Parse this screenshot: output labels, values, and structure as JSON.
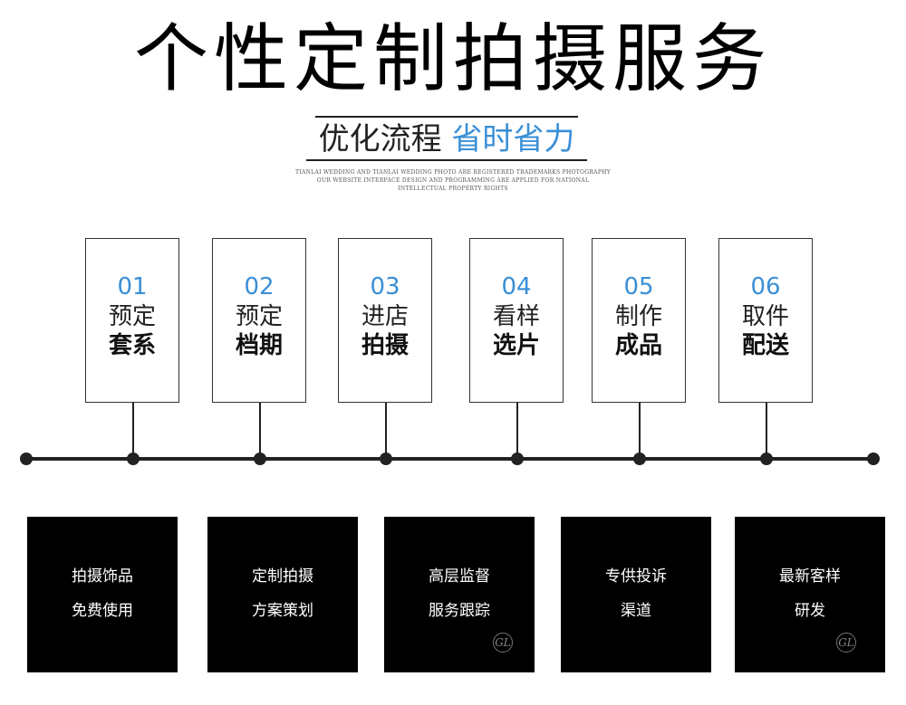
{
  "header": {
    "title": "个性定制拍摄服务",
    "subtitle_dark": "优化流程",
    "subtitle_blue": "省时省力",
    "fineprint": [
      "TIANLAI WEDDING AND TIANLAI WEDDING PHOTO ARE REGISTERED TRADEMARKS PHOTOGRAPHY",
      "OUR WEBSITE INTERFACE DESIGN AND PROGRAMMING ARE APPLIED FOR NATIONAL",
      "INTELLECTUAL PROPERTY RIGHTS"
    ]
  },
  "steps": [
    {
      "num": "01",
      "line1": "预定",
      "line2": "套系"
    },
    {
      "num": "02",
      "line1": "预定",
      "line2": "档期"
    },
    {
      "num": "03",
      "line1": "进店",
      "line2": "拍摄"
    },
    {
      "num": "04",
      "line1": "看样",
      "line2": "选片"
    },
    {
      "num": "05",
      "line1": "制作",
      "line2": "成品"
    },
    {
      "num": "06",
      "line1": "取件",
      "line2": "配送"
    }
  ],
  "features": [
    {
      "line1": "拍摄饰品",
      "line2": "免费使用"
    },
    {
      "line1": "定制拍摄",
      "line2": "方案策划"
    },
    {
      "line1": "高层监督",
      "line2": "服务跟踪"
    },
    {
      "line1": "专供投诉",
      "line2": "渠道"
    },
    {
      "line1": "最新客样",
      "line2": "研发"
    }
  ],
  "colors": {
    "accent_blue": "#3a8fd6",
    "feature_bg": "#000000",
    "timeline": "#222222"
  },
  "icons": {
    "watermark": "gl-monogram-icon"
  }
}
